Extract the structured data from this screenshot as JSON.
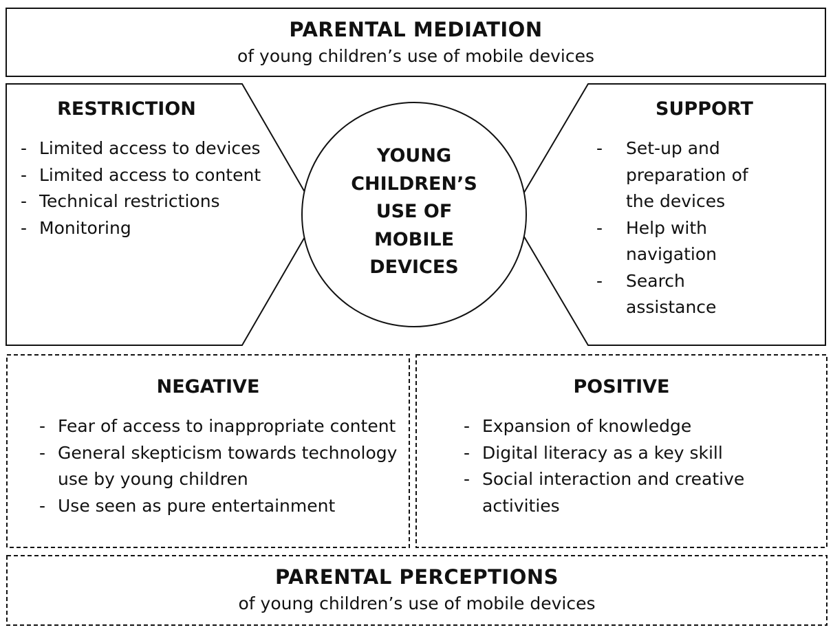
{
  "mediation": {
    "title": "PARENTAL MEDIATION",
    "subtitle": "of young children’s use of mobile devices"
  },
  "restriction": {
    "heading": "RESTRICTION",
    "items": [
      "Limited access to devices",
      "Limited access to content",
      "Technical restrictions",
      "Monitoring"
    ]
  },
  "center": {
    "lines": [
      "YOUNG",
      "CHILDREN’S",
      "USE OF",
      "MOBILE",
      "DEVICES"
    ]
  },
  "support": {
    "heading": "SUPPORT",
    "items": [
      "Set-up and preparation of the devices",
      "Help with navigation",
      "Search assistance"
    ]
  },
  "negative": {
    "heading": "NEGATIVE",
    "items": [
      "Fear of access to inappropriate content",
      "General skepticism towards technology use by young children",
      "Use seen as pure entertainment"
    ]
  },
  "positive": {
    "heading": "POSITIVE",
    "items": [
      "Expansion of knowledge",
      "Digital literacy as a key skill",
      "Social interaction and creative activities"
    ]
  },
  "perceptions": {
    "title": "PARENTAL PERCEPTIONS",
    "subtitle": "of young children’s use of mobile devices"
  },
  "bullet_char": "-",
  "colors": {
    "stroke": "#111111",
    "background": "#ffffff"
  }
}
